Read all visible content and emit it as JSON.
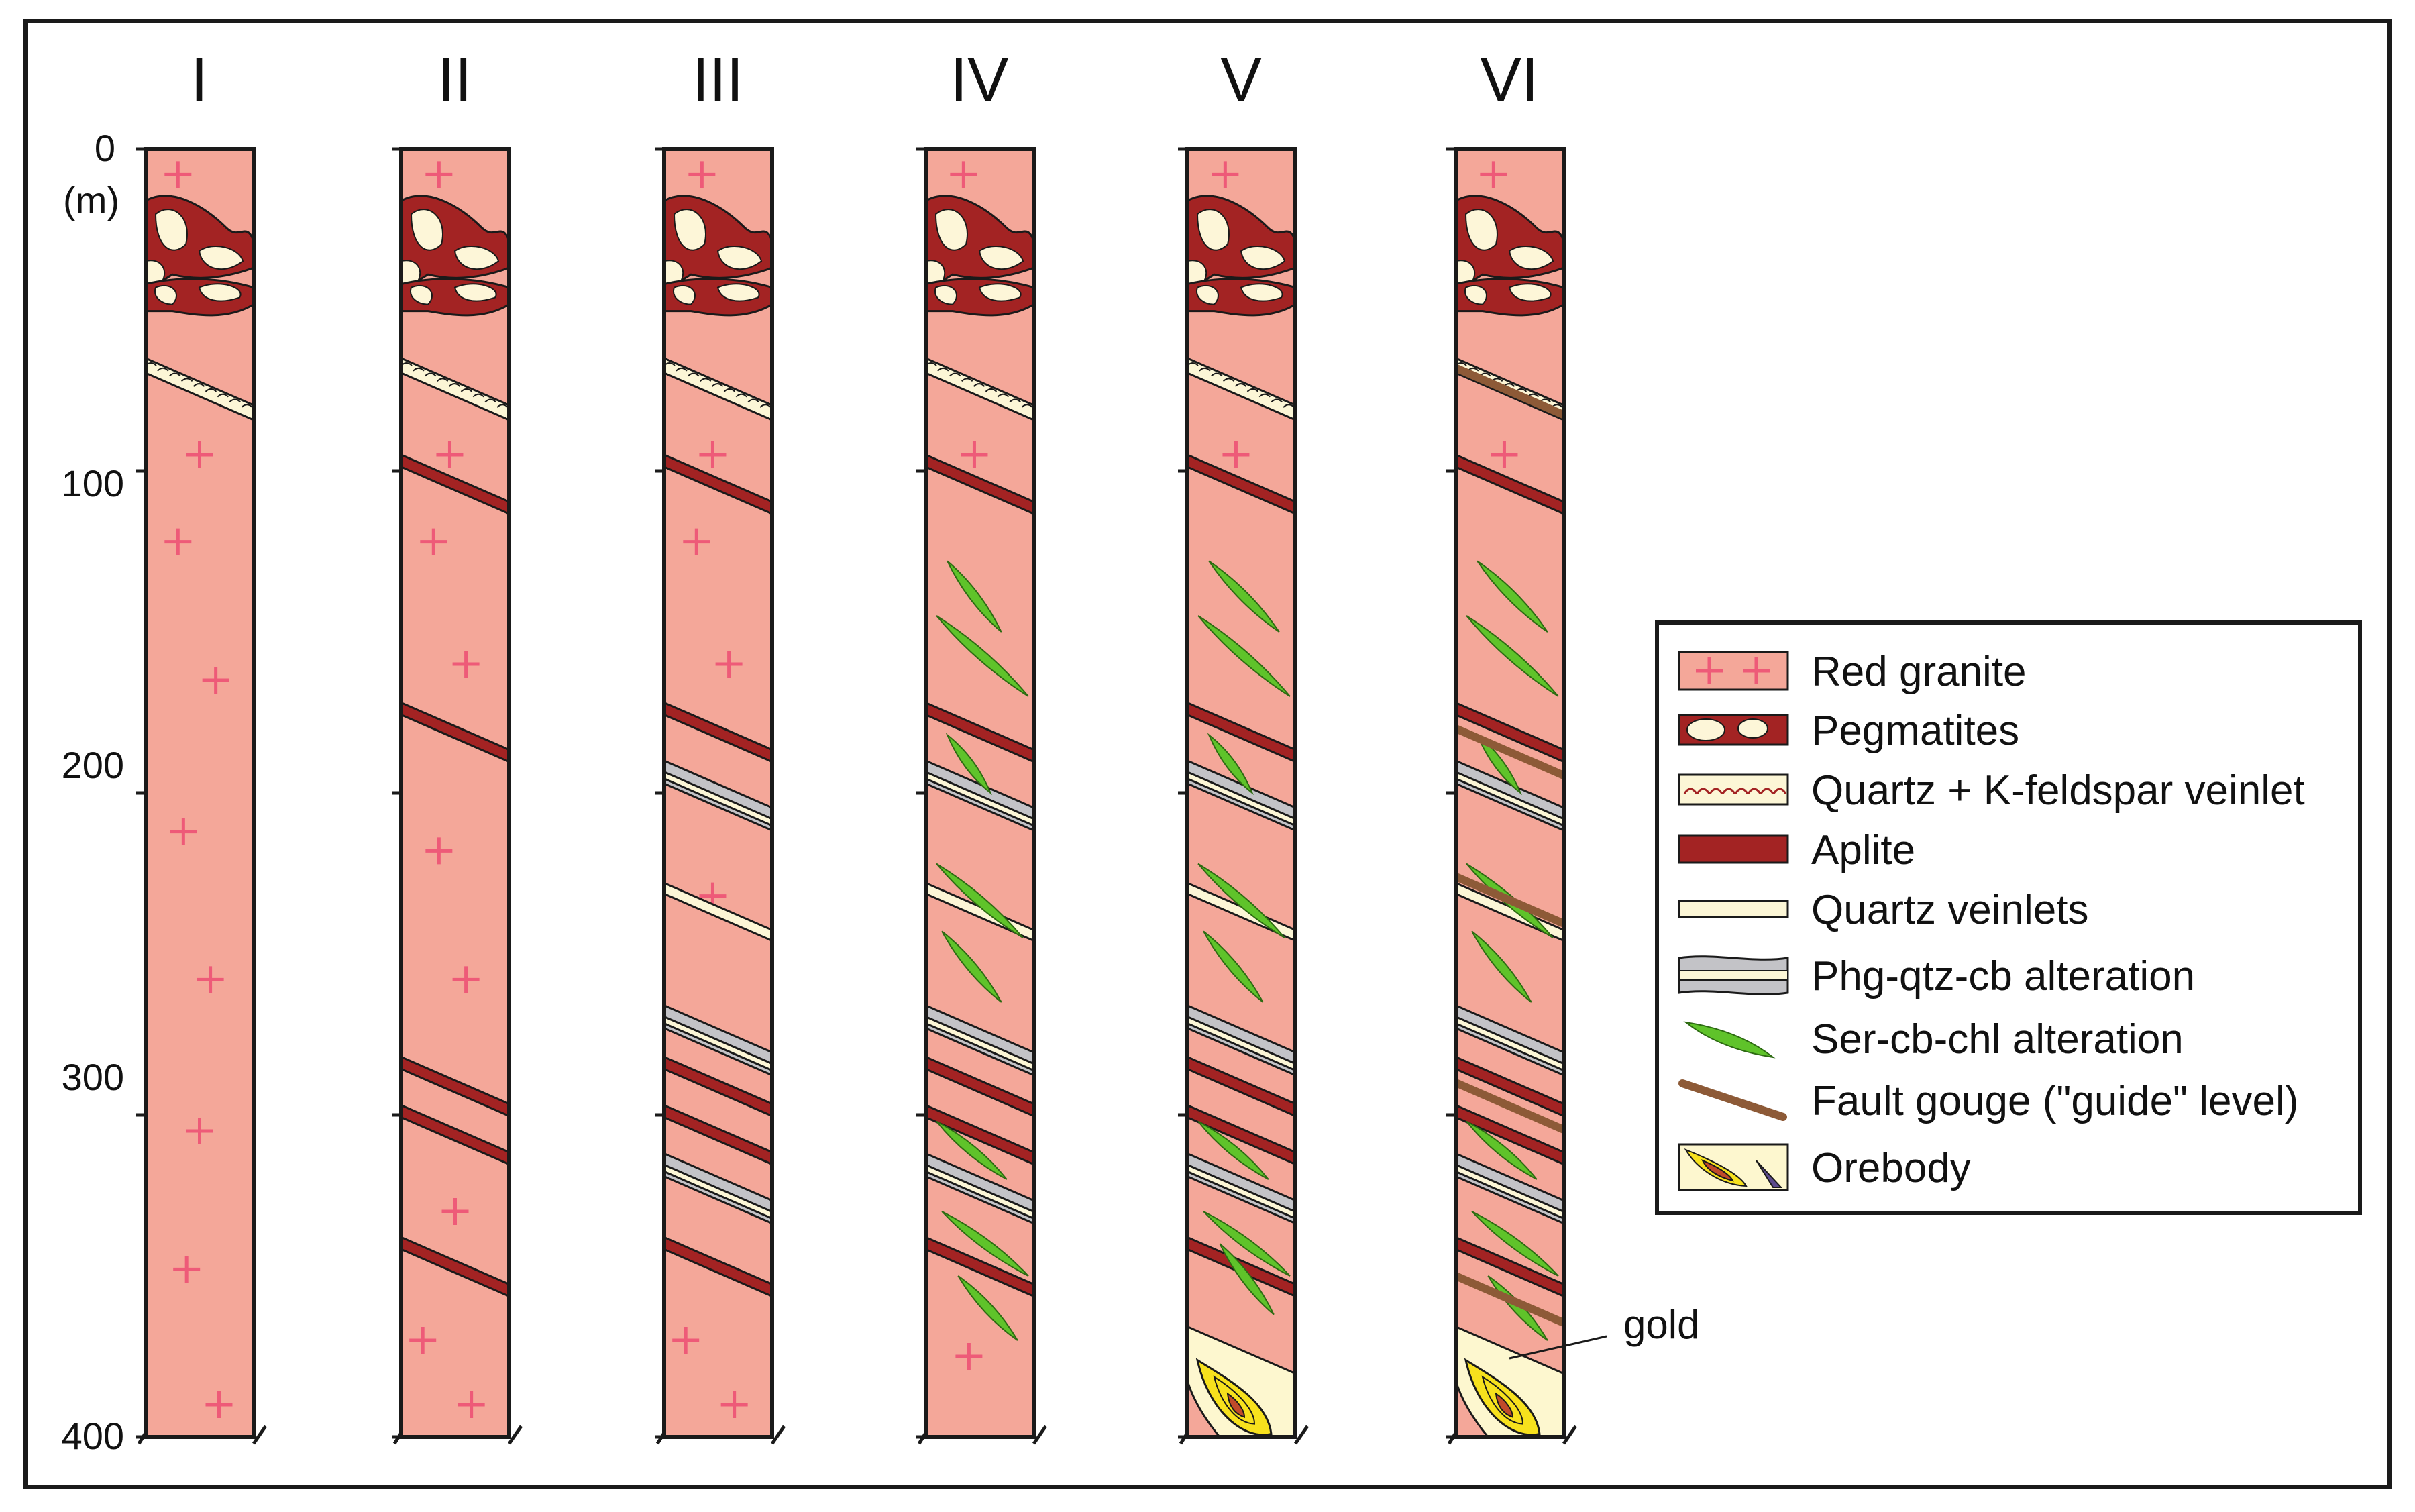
{
  "columns": [
    {
      "label": "I"
    },
    {
      "label": "II"
    },
    {
      "label": "III"
    },
    {
      "label": "IV"
    },
    {
      "label": "V"
    },
    {
      "label": "VI"
    }
  ],
  "depth_axis": {
    "unit": "(m)",
    "ticks": [
      "0",
      "100",
      "200",
      "300",
      "400"
    ]
  },
  "legend": {
    "items": [
      {
        "label": "Red granite",
        "swatch": "granite-swatch"
      },
      {
        "label": "Pegmatites",
        "swatch": "pegmatite-swatch"
      },
      {
        "label": "Quartz + K-feldspar veinlet",
        "swatch": "qkf-veinlet-swatch"
      },
      {
        "label": "Aplite",
        "swatch": "aplite-swatch"
      },
      {
        "label": "Quartz veinlets",
        "swatch": "quartz-veinlet-swatch"
      },
      {
        "label": "Phg-qtz-cb alteration",
        "swatch": "phg-alteration-swatch"
      },
      {
        "label": "Ser-cb-chl alteration",
        "swatch": "ser-alteration-swatch"
      },
      {
        "label": "Fault gouge (\"guide\" level)",
        "swatch": "fault-gouge-swatch"
      },
      {
        "label": "Orebody",
        "swatch": "orebody-swatch"
      }
    ]
  },
  "annotations": {
    "gold": "gold"
  },
  "colors": {
    "granite": "#f4a799",
    "granite_cross": "#ee5a78",
    "aplite": "#a32323",
    "pegmatite_clast": "#fdf6d8",
    "quartz": "#fcf6d6",
    "alteration_grey": "#c3c3c7",
    "ser_green": "#5fc32a",
    "fault_brown": "#8d5a37",
    "ore_yellow": "#f7e11d",
    "ore_halo": "#fdf7cf",
    "ore_core": "#c04a2a",
    "ore_purple": "#5b4a8c",
    "frame": "#1a1a1a"
  }
}
